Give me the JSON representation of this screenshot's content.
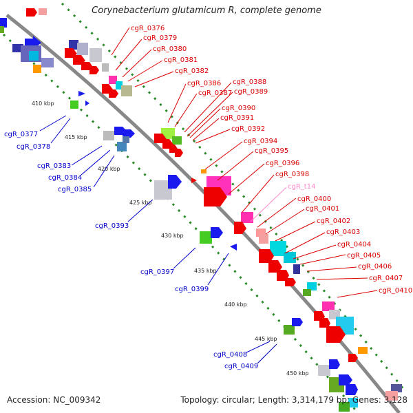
{
  "title": "Corynebacterium glutamicum R, complete genome",
  "footer": {
    "accession": "Accession: NC_009342",
    "summary": "Topology: circular; Length: 3,314,179 bp; Genes: 3,128"
  },
  "colors": {
    "plus_label": "#dd0000",
    "minus_label": "#0000cc",
    "trna_label": "#ff88cc",
    "backbone": "#888888",
    "ring_dots": "#2a8a2a"
  },
  "scale_ticks": [
    "410 kbp",
    "415 kbp",
    "420 kbp",
    "425 kbp",
    "430 kbp",
    "435 kbp",
    "440 kbp",
    "445 kbp",
    "450 kbp"
  ],
  "gene_labels_plus": [
    "cgR_0376",
    "cgR_0379",
    "cgR_0380",
    "cgR_0381",
    "cgR_0382",
    "cgR_0386",
    "cgR_0387",
    "cgR_0388",
    "cgR_0389",
    "cgR_0390",
    "cgR_0391",
    "cgR_0392",
    "cgR_0394",
    "cgR_0395",
    "cgR_0396",
    "cgR_0398",
    "cgR_t14",
    "cgR_0400",
    "cgR_0401",
    "cgR_0402",
    "cgR_0403",
    "cgR_0404",
    "cgR_0405",
    "cgR_0406",
    "cgR_0407",
    "cgR_0410"
  ],
  "gene_labels_minus": [
    "cgR_0377",
    "cgR_0378",
    "cgR_0383",
    "cgR_0384",
    "cgR_0385",
    "cgR_0393",
    "cgR_0397",
    "cgR_0399",
    "cgR_0408",
    "cgR_0409"
  ]
}
